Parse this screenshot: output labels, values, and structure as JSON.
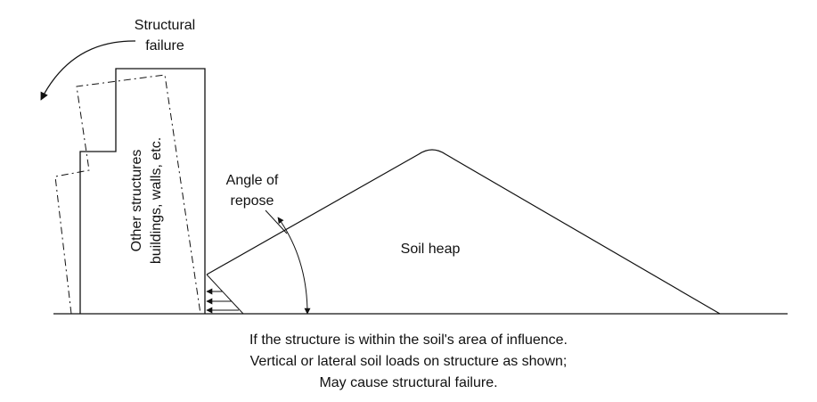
{
  "labels": {
    "structural_failure_line1": "Structural",
    "structural_failure_line2": "failure",
    "structures_line1": "Other structures",
    "structures_line2": "buildings, walls, etc.",
    "angle_line1": "Angle of",
    "angle_line2": "repose",
    "soil_heap": "Soil heap"
  },
  "caption": {
    "line1": "If the structure is within the soil's area of influence.",
    "line2": "Vertical or lateral soil loads on structure as shown;",
    "line3": "May cause structural failure."
  },
  "colors": {
    "line": "#111111",
    "background": "#ffffff"
  }
}
